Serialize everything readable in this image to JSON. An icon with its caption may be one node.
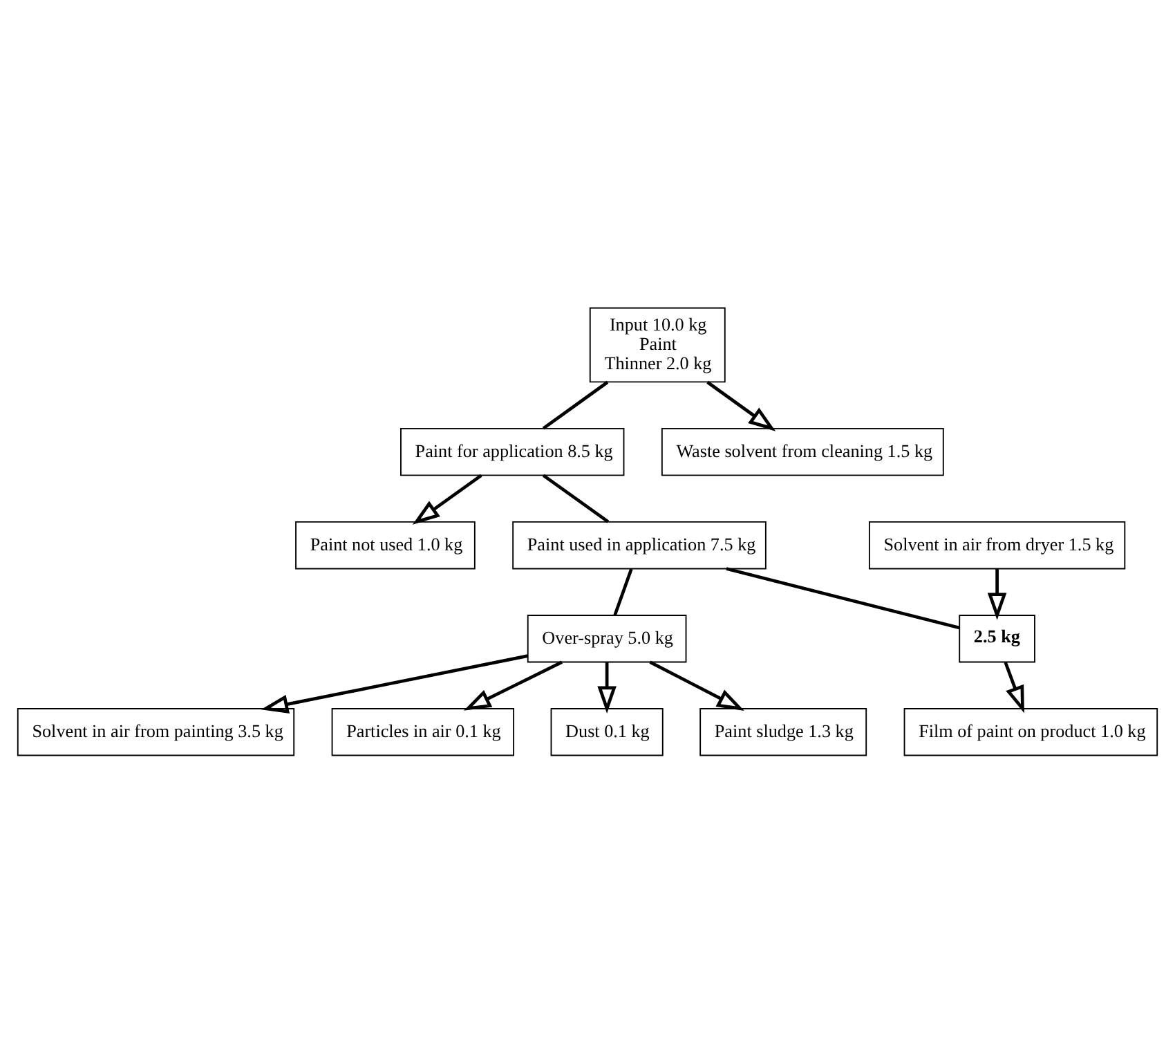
{
  "diagram": {
    "nodes": [
      {
        "text": [
          "Input 10.0 kg",
          "Paint",
          "Thinner 2.0 kg"
        ]
      },
      {
        "text": [
          "Paint for application 8.5 kg"
        ]
      },
      {
        "text": [
          "Paint used in application 7.5 kg"
        ]
      },
      {
        "text": [
          "2.5 kg"
        ]
      },
      {
        "text": [
          "Over-spray 5.0 kg"
        ]
      },
      {
        "text": [
          "Solvent in air from dryer 1.5 kg"
        ]
      },
      {
        "text": [
          "Waste solvent from cleaning 1.5 kg"
        ]
      },
      {
        "text": [
          "Paint not used 1.0 kg"
        ]
      },
      {
        "text": [
          "Solvent in air from painting 3.5 kg"
        ]
      },
      {
        "text": [
          "Particles in air 0.1 kg"
        ]
      },
      {
        "text": [
          "Dust 0.1 kg"
        ]
      },
      {
        "text": [
          "Paint sludge 1.3 kg"
        ]
      },
      {
        "text": [
          "Film of paint on product 1.0 kg"
        ]
      }
    ],
    "edges": [
      {
        "from": 0,
        "to": 1,
        "arrow": "none"
      },
      {
        "from": 0,
        "to": 6,
        "arrow": "to"
      },
      {
        "from": 1,
        "to": 2,
        "arrow": "none"
      },
      {
        "from": 1,
        "to": 7,
        "arrow": "to"
      },
      {
        "from": 2,
        "to": 3,
        "arrow": "none"
      },
      {
        "from": 2,
        "to": 4,
        "arrow": "none"
      },
      {
        "from": 5,
        "to": 3,
        "arrow": "to"
      },
      {
        "from": 4,
        "to": 8,
        "arrow": "to"
      },
      {
        "from": 4,
        "to": 9,
        "arrow": "to"
      },
      {
        "from": 4,
        "to": 10,
        "arrow": "to"
      },
      {
        "from": 4,
        "to": 11,
        "arrow": "to"
      },
      {
        "from": 3,
        "to": 12,
        "arrow": "to"
      }
    ]
  }
}
